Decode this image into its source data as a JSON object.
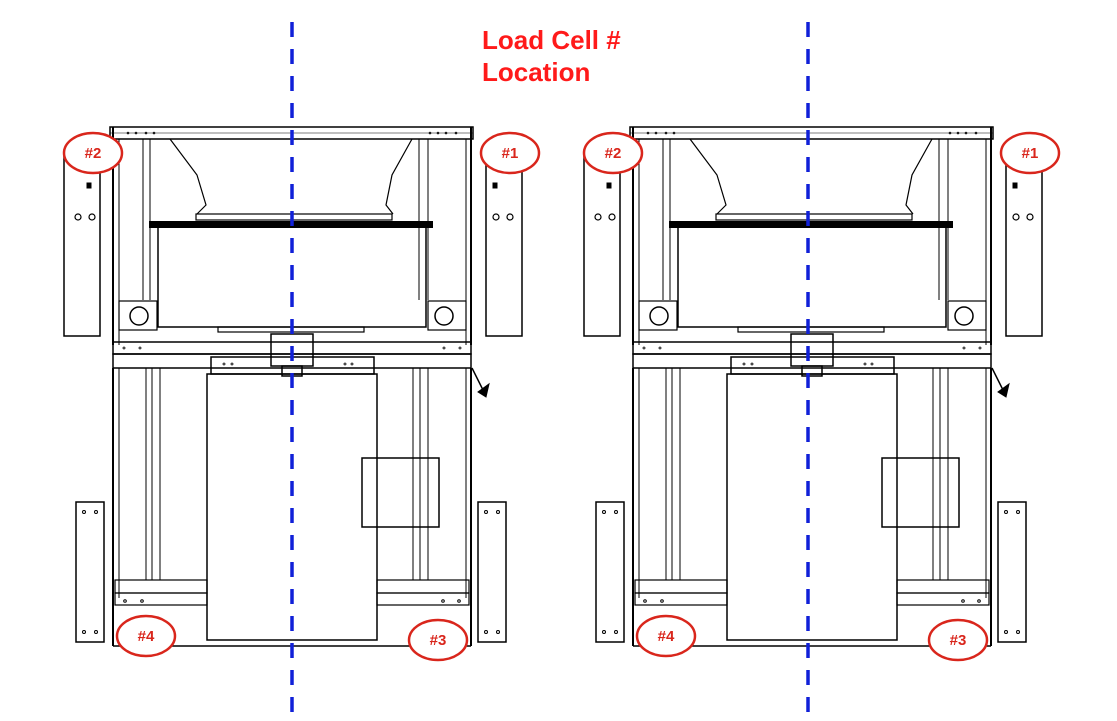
{
  "title": {
    "line1": "Load Cell #",
    "line2": "Location"
  },
  "colors": {
    "title": "#ff1a1a",
    "badge_stroke": "#d9261c",
    "centerline": "#1020d8",
    "drawing": "#000000"
  },
  "units": [
    {
      "id": "left-unit",
      "labels": {
        "top_left": "#2",
        "top_right": "#1",
        "bottom_left": "#4",
        "bottom_right": "#3"
      }
    },
    {
      "id": "right-unit",
      "labels": {
        "top_left": "#2",
        "top_right": "#1",
        "bottom_left": "#4",
        "bottom_right": "#3"
      }
    }
  ]
}
